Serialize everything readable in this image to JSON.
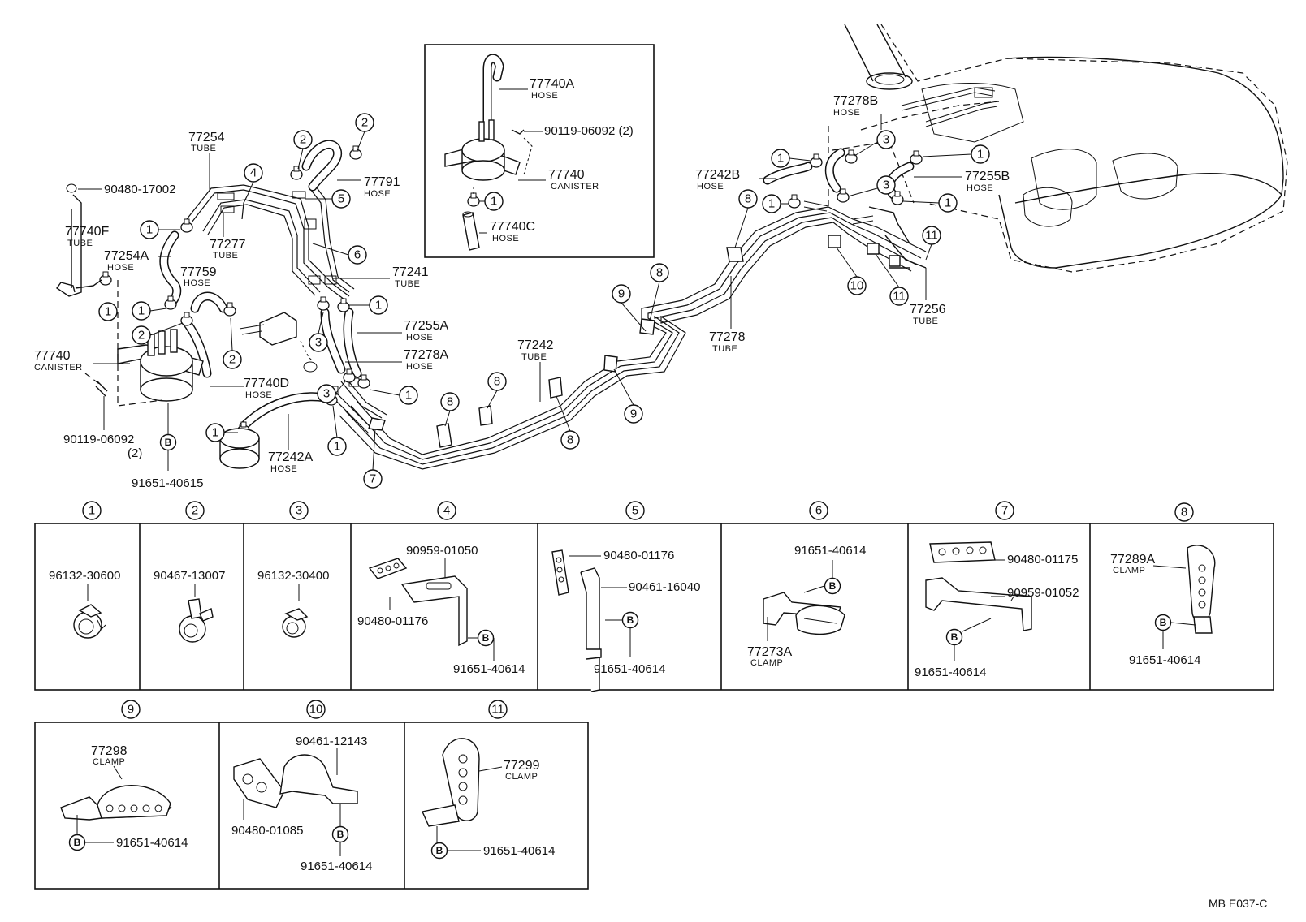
{
  "parts": {
    "p90480_17002": "90480-17002",
    "p77740F": "77740F",
    "p77740F_sub": "TUBE",
    "p77254": "77254",
    "p77254_sub": "TUBE",
    "p77254A": "77254A",
    "p77254A_sub": "HOSE",
    "p77277": "77277",
    "p77277_sub": "TUBE",
    "p77759": "77759",
    "p77759_sub": "HOSE",
    "p77791": "77791",
    "p77791_sub": "HOSE",
    "p77241": "77241",
    "p77241_sub": "TUBE",
    "p77255A": "77255A",
    "p77255A_sub": "HOSE",
    "p77278A": "77278A",
    "p77278A_sub": "HOSE",
    "p77740": "77740",
    "p77740_sub": "CANISTER",
    "p77740D": "77740D",
    "p77740D_sub": "HOSE",
    "p90119_06092": "90119-06092",
    "p90119_06092_qty": "(2)",
    "p91651_40615": "91651-40615",
    "p77242A": "77242A",
    "p77242A_sub": "HOSE",
    "p77242": "77242",
    "p77242_sub": "TUBE",
    "p77278": "77278",
    "p77278_sub": "TUBE",
    "p77256": "77256",
    "p77256_sub": "TUBE",
    "p77242B": "77242B",
    "p77242B_sub": "HOSE",
    "p77278B": "77278B",
    "p77278B_sub": "HOSE",
    "p77255B": "77255B",
    "p77255B_sub": "HOSE",
    "inset_77740A": "77740A",
    "inset_77740A_sub": "HOSE",
    "inset_90119": "90119-06092 (2)",
    "inset_77740": "77740",
    "inset_77740_sub": "CANISTER",
    "inset_77740C": "77740C",
    "inset_77740C_sub": "HOSE"
  },
  "callouts": [
    "1",
    "2",
    "3",
    "4",
    "5",
    "6",
    "7",
    "8",
    "9",
    "10",
    "11"
  ],
  "b_mark": "B",
  "detail": {
    "d1_part": "96132-30600",
    "d2_part": "90467-13007",
    "d3_part": "96132-30400",
    "d4_a": "90959-01050",
    "d4_b": "90480-01176",
    "d4_c": "91651-40614",
    "d5_a": "90480-01176",
    "d5_b": "90461-16040",
    "d5_c": "91651-40614",
    "d6_a": "91651-40614",
    "d6_b": "77273A",
    "d6_b_sub": "CLAMP",
    "d7_a": "90480-01175",
    "d7_b": "90959-01052",
    "d7_c": "91651-40614",
    "d8_a": "77289A",
    "d8_a_sub": "CLAMP",
    "d8_b": "91651-40614",
    "d9_a": "77298",
    "d9_a_sub": "CLAMP",
    "d9_b": "91651-40614",
    "d10_a": "90461-12143",
    "d10_b": "90480-01085",
    "d10_c": "91651-40614",
    "d11_a": "77299",
    "d11_a_sub": "CLAMP",
    "d11_b": "91651-40614"
  },
  "reference_code": "MB  E037-C"
}
